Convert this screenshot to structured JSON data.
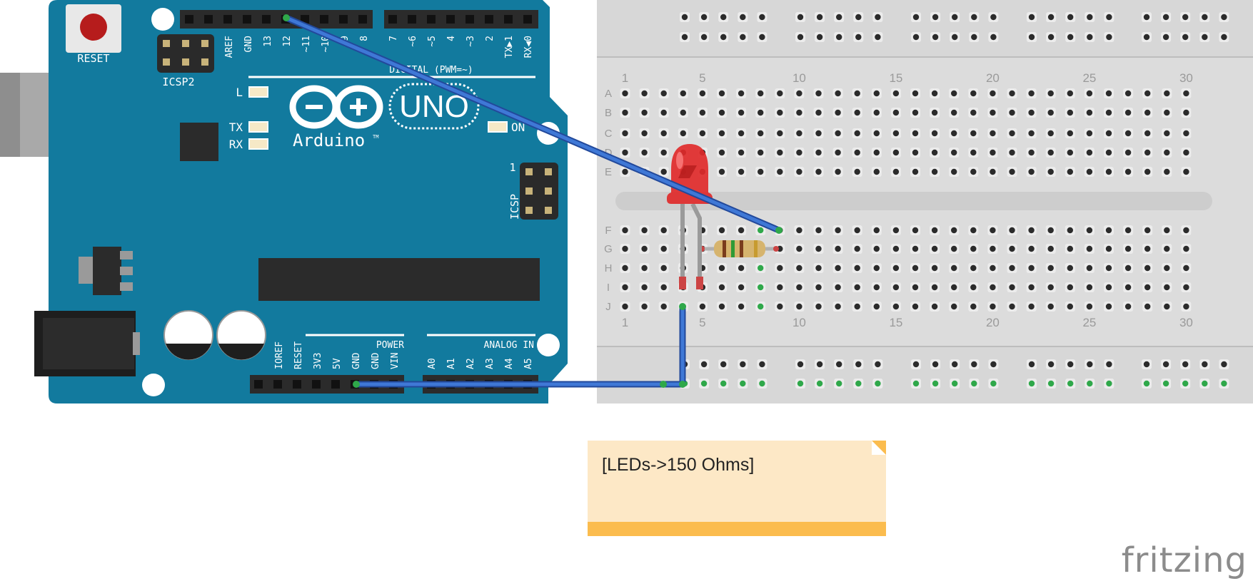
{
  "arduino": {
    "reset_label": "RESET",
    "icsp2_label": "ICSP2",
    "icsp_label": "ICSP",
    "icsp_pin1": "1",
    "brand": "Arduino",
    "tm": "TM",
    "model": "UNO",
    "led_labels": {
      "l": "L",
      "tx": "TX",
      "rx": "RX",
      "on": "ON"
    },
    "digital_label": "DIGITAL (PWM=~)",
    "digital_pins": [
      "AREF",
      "GND",
      "13",
      "12",
      "~11",
      "~10",
      "~9",
      "8",
      "7",
      "~6",
      "~5",
      "4",
      "~3",
      "2",
      "TX▶1",
      "RX◀0"
    ],
    "power_label": "POWER",
    "power_pins": [
      "IOREF",
      "RESET",
      "3V3",
      "5V",
      "GND",
      "GND",
      "VIN"
    ],
    "analog_label": "ANALOG IN",
    "analog_pins": [
      "A0",
      "A1",
      "A2",
      "A3",
      "A4",
      "A5"
    ]
  },
  "breadboard": {
    "column_numbers": [
      "1",
      "5",
      "10",
      "15",
      "20",
      "25",
      "30"
    ],
    "rows_top": [
      "A",
      "B",
      "C",
      "D",
      "E"
    ],
    "rows_bottom": [
      "F",
      "G",
      "H",
      "I",
      "J"
    ]
  },
  "note": {
    "text": "[LEDs->150 Ohms]"
  },
  "watermark": "fritzing",
  "colors": {
    "board": "#127a9e",
    "wire": "#3a6fc9",
    "breadboard": "#dcdcdc",
    "led": "#e02a2a",
    "note": "#fde8c6",
    "note_accent": "#fbbc4e"
  }
}
